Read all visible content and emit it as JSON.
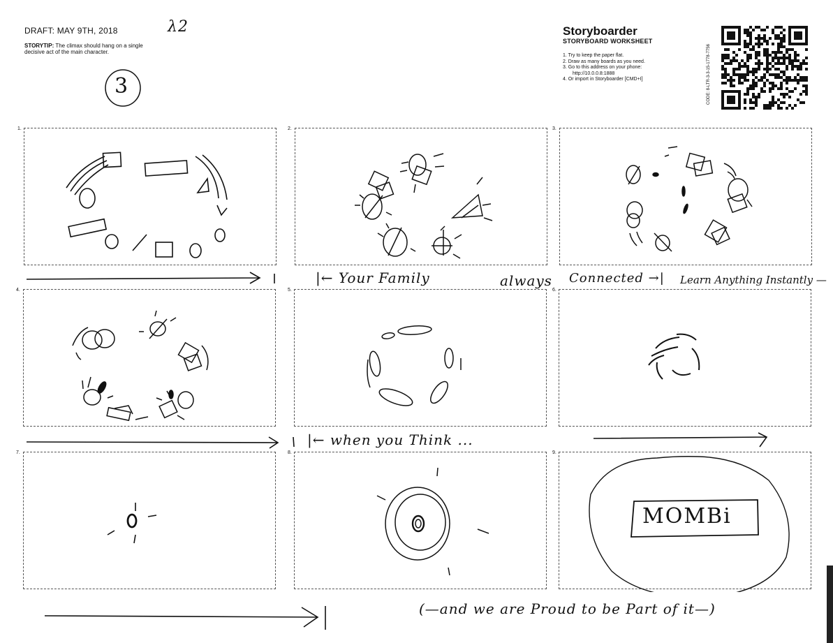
{
  "header": {
    "draft": "DRAFT: MAY 9TH, 2018",
    "tip_label": "STORYTIP:",
    "tip_text": "The climax should hang on a single decisive act of the main character.",
    "handwritten_page_mark": "λ2",
    "circled_number": "3"
  },
  "brand": {
    "title": "Storyboarder",
    "subtitle": "STORYBOARD WORKSHEET",
    "steps": [
      "1. Try to keep the paper flat.",
      "2. Draw as many boards as you need.",
      "3. Go to this address on your phone:",
      "http://10.0.0.8:1888",
      "4. Or import in Storyboarder [CMD+I]"
    ],
    "code": "CODE: 8-LTR-3-3-15-1778-7756"
  },
  "panels": [
    {
      "number": "1."
    },
    {
      "number": "2."
    },
    {
      "number": "3."
    },
    {
      "number": "4."
    },
    {
      "number": "5."
    },
    {
      "number": "6."
    },
    {
      "number": "7."
    },
    {
      "number": "8."
    },
    {
      "number": "9."
    }
  ],
  "captions": {
    "row1_a": "|← Your Family",
    "row1_b": "always",
    "row1_c": "Connected →|",
    "row1_d": "Learn Anything Instantly —",
    "row2": "|← when you  Think ...",
    "row3": "(—and we are Proud to be Part of it—)"
  },
  "panel9_label": "MOMBi"
}
